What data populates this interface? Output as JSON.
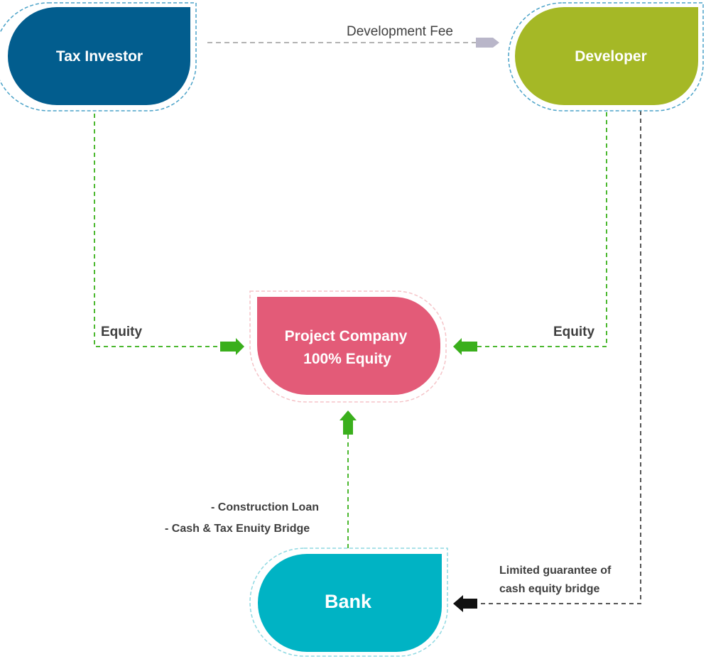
{
  "nodes": {
    "tax_investor": {
      "label": "Tax Investor",
      "color": "#025d8e"
    },
    "developer": {
      "label": "Developer",
      "color": "#a5b826"
    },
    "project_company": {
      "line1": "Project Company",
      "line2": "100% Equity",
      "color": "#e35b78"
    },
    "bank": {
      "label": "Bank",
      "color": "#00b3c4"
    }
  },
  "edges": {
    "development_fee": {
      "label": "Development Fee"
    },
    "tax_equity": {
      "label": "Equity"
    },
    "developer_equity": {
      "label": "Equity"
    },
    "bank_loan": {
      "line1": "- Construction Loan",
      "line2": "- Cash & Tax Enuity Bridge"
    },
    "guarantee": {
      "line1": "Limited guarantee of",
      "line2": "cash equity bridge"
    }
  },
  "colors": {
    "equity_arrow": "#3aaf1c",
    "fee_arrow": "#b9b6c9",
    "guarantee_arrow": "#111111",
    "outline_blue": "#4aa2c8",
    "outline_pink": "#f5c4c8",
    "outline_cyan": "#8fd9e2"
  }
}
